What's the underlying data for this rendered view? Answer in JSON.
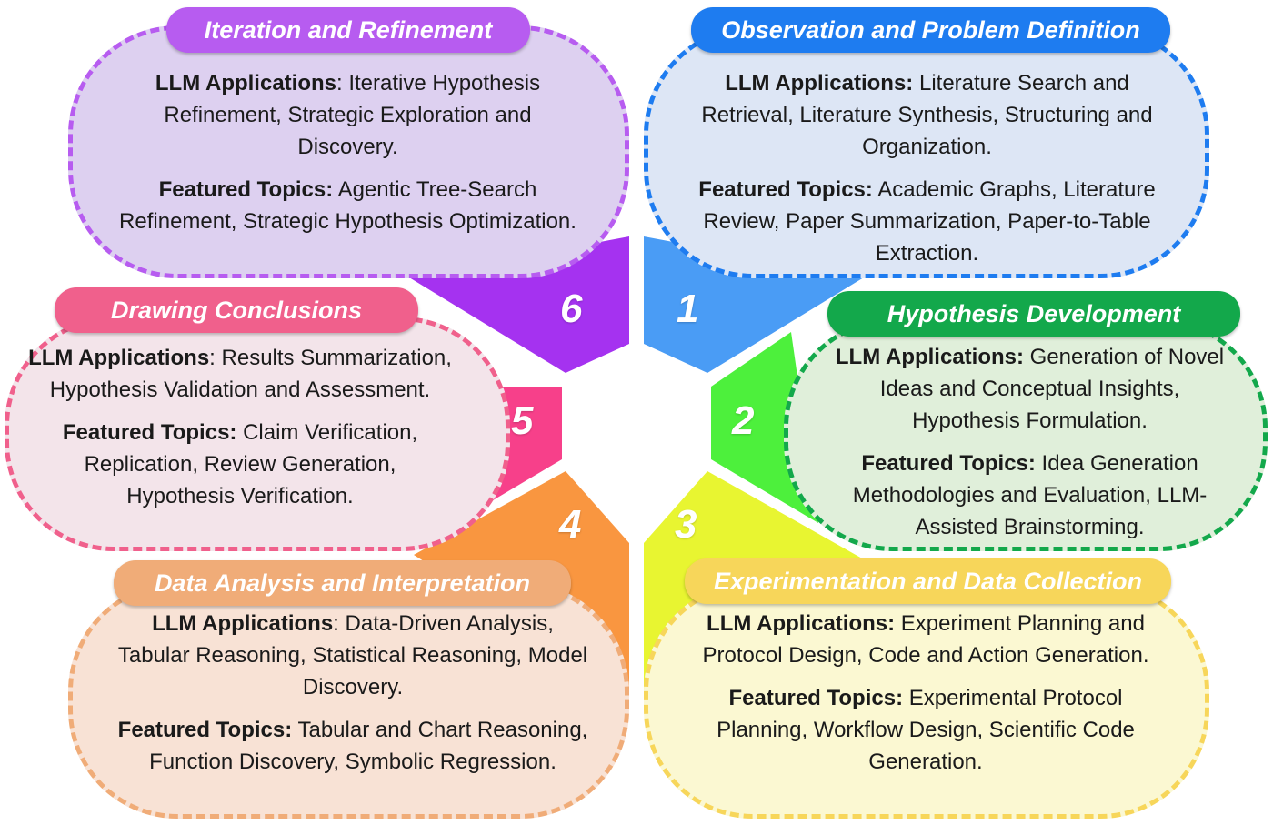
{
  "stages": [
    {
      "number": "1",
      "title": "Observation and Problem Definition",
      "applications_label": "LLM Applications:",
      "applications": " Literature Search and Retrieval, Literature Synthesis, Structuring and Organization.",
      "topics_label": "Featured Topics:",
      "topics": " Academic Graphs, Literature Review, Paper Summarization, Paper-to-Table Extraction.",
      "color": "#1e7cf0",
      "wedge_color": "#4a9cf5",
      "fill": "#dde6f5"
    },
    {
      "number": "2",
      "title": "Hypothesis Development",
      "applications_label": "LLM Applications:",
      "applications": " Generation of Novel Ideas and Conceptual Insights, Hypothesis Formulation.",
      "topics_label": "Featured Topics:",
      "topics": " Idea Generation Methodologies and Evaluation, LLM-Assisted Brainstorming.",
      "color": "#13a84b",
      "wedge_color": "#4df03c",
      "fill": "#e0efda"
    },
    {
      "number": "3",
      "title": "Experimentation and Data Collection",
      "applications_label": "LLM Applications:",
      "applications": " Experiment Planning and Protocol Design, Code and Action Generation.",
      "topics_label": "Featured Topics:",
      "topics": " Experimental Protocol Planning, Workflow Design, Scientific Code Generation.",
      "color": "#f7d65a",
      "wedge_color": "#e8f531",
      "fill": "#fbf8d2"
    },
    {
      "number": "4",
      "title": "Data Analysis and Interpretation",
      "applications_label": "LLM Applications",
      "applications": ": Data-Driven Analysis, Tabular Reasoning, Statistical Reasoning, Model Discovery.",
      "topics_label": "Featured Topics:",
      "topics": " Tabular and Chart Reasoning, Function Discovery, Symbolic Regression.",
      "color": "#f0ac78",
      "wedge_color": "#f99640",
      "fill": "#f8e2d5"
    },
    {
      "number": "5",
      "title": "Drawing Conclusions",
      "applications_label": "LLM Applications",
      "applications": ": Results Summarization, Hypothesis Validation and Assessment.",
      "topics_label": "Featured Topics:",
      "topics": " Claim Verification, Replication, Review Generation, Hypothesis Verification.",
      "color": "#f0608c",
      "wedge_color": "#f7408a",
      "fill": "#f3e4ea"
    },
    {
      "number": "6",
      "title": "Iteration and Refinement",
      "applications_label": "LLM Applications",
      "applications": ": Iterative Hypothesis Refinement, Strategic Exploration and Discovery.",
      "topics_label": "Featured Topics:",
      "topics": " Agentic Tree-Search Refinement, Strategic Hypothesis Optimization.",
      "color": "#b75cf0",
      "wedge_color": "#a532f0",
      "fill": "#ddd0f0"
    }
  ]
}
